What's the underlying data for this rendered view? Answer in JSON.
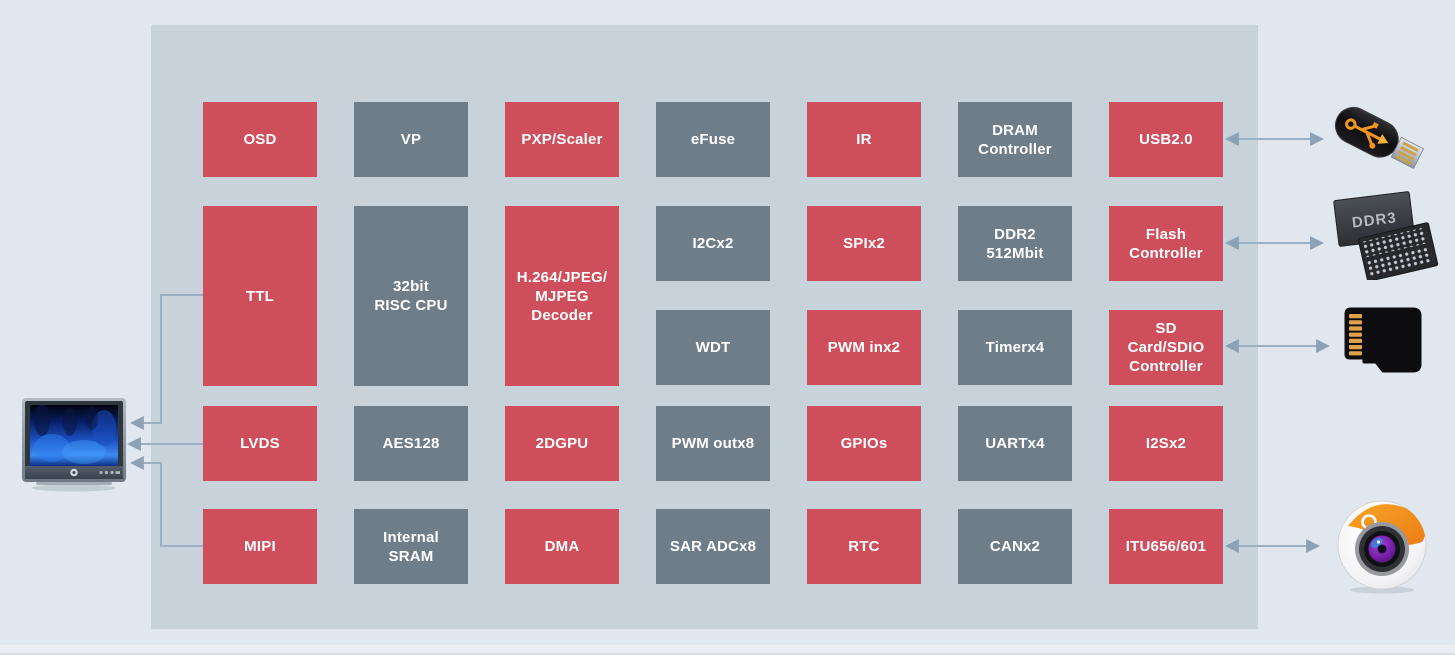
{
  "diagram": {
    "type": "soc-block-diagram",
    "colors": {
      "page_background": "#e1e7ee",
      "chip_background": "#c8d2da",
      "block_red": "#cf4e5c",
      "block_gray": "#6f7d89",
      "block_text": "#ffffff",
      "connector": "#9bafc0",
      "arrowhead": "#8ba2b6"
    }
  },
  "blocks": [
    {
      "id": "osd",
      "label": "OSD",
      "variant": "red",
      "col": 0,
      "row": 0,
      "rowspan": 1
    },
    {
      "id": "vp",
      "label": "VP",
      "variant": "gray",
      "col": 1,
      "row": 0,
      "rowspan": 1
    },
    {
      "id": "pxp-scaler",
      "label": "PXP/Scaler",
      "variant": "red",
      "col": 2,
      "row": 0,
      "rowspan": 1
    },
    {
      "id": "efuse",
      "label": "eFuse",
      "variant": "gray",
      "col": 3,
      "row": 0,
      "rowspan": 1
    },
    {
      "id": "ir",
      "label": "IR",
      "variant": "red",
      "col": 4,
      "row": 0,
      "rowspan": 1
    },
    {
      "id": "dram-controller",
      "label": "DRAM\nController",
      "variant": "gray",
      "col": 5,
      "row": 0,
      "rowspan": 1
    },
    {
      "id": "usb2-0",
      "label": "USB2.0",
      "variant": "red",
      "col": 6,
      "row": 0,
      "rowspan": 1
    },
    {
      "id": "ttl",
      "label": "TTL",
      "variant": "red",
      "col": 0,
      "row": 1,
      "rowspan": 2
    },
    {
      "id": "risc-cpu",
      "label": "32bit\nRISC CPU",
      "variant": "gray",
      "col": 1,
      "row": 1,
      "rowspan": 2
    },
    {
      "id": "h264-decoder",
      "label": "H.264/JPEG/\nMJPEG\nDecoder",
      "variant": "red",
      "col": 2,
      "row": 1,
      "rowspan": 2
    },
    {
      "id": "i2cx2",
      "label": "I2Cx2",
      "variant": "gray",
      "col": 3,
      "row": 1,
      "rowspan": 1
    },
    {
      "id": "spix2",
      "label": "SPIx2",
      "variant": "red",
      "col": 4,
      "row": 1,
      "rowspan": 1
    },
    {
      "id": "ddr2-512mbit",
      "label": "DDR2\n512Mbit",
      "variant": "gray",
      "col": 5,
      "row": 1,
      "rowspan": 1
    },
    {
      "id": "flash-controller",
      "label": "Flash\nController",
      "variant": "red",
      "col": 6,
      "row": 1,
      "rowspan": 1
    },
    {
      "id": "wdt",
      "label": "WDT",
      "variant": "gray",
      "col": 3,
      "row": 2,
      "rowspan": 1
    },
    {
      "id": "pwm-inx2",
      "label": "PWM inx2",
      "variant": "red",
      "col": 4,
      "row": 2,
      "rowspan": 1
    },
    {
      "id": "timerx4",
      "label": "Timerx4",
      "variant": "gray",
      "col": 5,
      "row": 2,
      "rowspan": 1
    },
    {
      "id": "sd-card-sdio-controller",
      "label": "SD\nCard/SDIO\nController",
      "variant": "red",
      "col": 6,
      "row": 2,
      "rowspan": 1
    },
    {
      "id": "lvds",
      "label": "LVDS",
      "variant": "red",
      "col": 0,
      "row": 3,
      "rowspan": 1
    },
    {
      "id": "aes128",
      "label": "AES128",
      "variant": "gray",
      "col": 1,
      "row": 3,
      "rowspan": 1
    },
    {
      "id": "2dgpu",
      "label": "2DGPU",
      "variant": "red",
      "col": 2,
      "row": 3,
      "rowspan": 1
    },
    {
      "id": "pwm-outx8",
      "label": "PWM outx8",
      "variant": "gray",
      "col": 3,
      "row": 3,
      "rowspan": 1
    },
    {
      "id": "gpios",
      "label": "GPIOs",
      "variant": "red",
      "col": 4,
      "row": 3,
      "rowspan": 1
    },
    {
      "id": "uartx4",
      "label": "UARTx4",
      "variant": "gray",
      "col": 5,
      "row": 3,
      "rowspan": 1
    },
    {
      "id": "i2sx2",
      "label": "I2Sx2",
      "variant": "red",
      "col": 6,
      "row": 3,
      "rowspan": 1
    },
    {
      "id": "mipi",
      "label": "MIPI",
      "variant": "red",
      "col": 0,
      "row": 4,
      "rowspan": 1
    },
    {
      "id": "internal-sram",
      "label": "Internal\nSRAM",
      "variant": "gray",
      "col": 1,
      "row": 4,
      "rowspan": 1
    },
    {
      "id": "dma",
      "label": "DMA",
      "variant": "red",
      "col": 2,
      "row": 4,
      "rowspan": 1
    },
    {
      "id": "sar-adcx8",
      "label": "SAR ADCx8",
      "variant": "gray",
      "col": 3,
      "row": 4,
      "rowspan": 1
    },
    {
      "id": "rtc",
      "label": "RTC",
      "variant": "red",
      "col": 4,
      "row": 4,
      "rowspan": 1
    },
    {
      "id": "canx2",
      "label": "CANx2",
      "variant": "gray",
      "col": 5,
      "row": 4,
      "rowspan": 1
    },
    {
      "id": "itu656-601",
      "label": "ITU656/601",
      "variant": "red",
      "col": 6,
      "row": 4,
      "rowspan": 1
    }
  ],
  "devices": {
    "left": [
      {
        "id": "monitor",
        "icon": "monitor-icon"
      }
    ],
    "right": [
      {
        "id": "usb-flash-drive",
        "icon": "usb-flash-drive-icon"
      },
      {
        "id": "ddr3-memory",
        "icon": "ddr3-memory-icon",
        "label": "DDR3"
      },
      {
        "id": "microsd-card",
        "icon": "microsd-card-icon"
      },
      {
        "id": "camera",
        "icon": "camera-icon"
      }
    ]
  },
  "connections": [
    {
      "from": "ttl",
      "to": "monitor",
      "arrows": "single"
    },
    {
      "from": "lvds",
      "to": "monitor",
      "arrows": "single"
    },
    {
      "from": "mipi",
      "to": "monitor",
      "arrows": "single"
    },
    {
      "from": "usb2-0",
      "to": "usb-flash-drive",
      "arrows": "double"
    },
    {
      "from": "flash-controller",
      "to": "ddr3-memory",
      "arrows": "double"
    },
    {
      "from": "sd-card-sdio-controller",
      "to": "microsd-card",
      "arrows": "double"
    },
    {
      "from": "itu656-601",
      "to": "camera",
      "arrows": "double"
    }
  ]
}
